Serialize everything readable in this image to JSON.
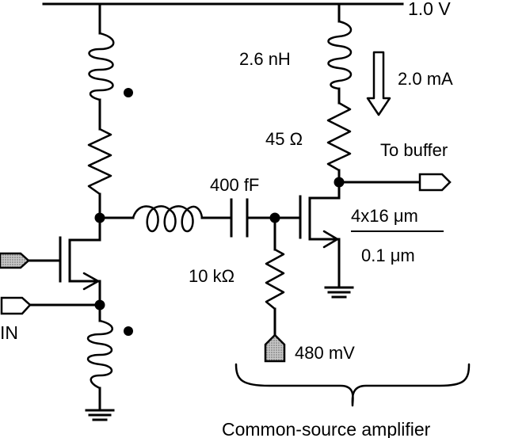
{
  "title": "Common-source amplifier schematic",
  "labels": {
    "supply": "1.0 V",
    "inductor_load": "2.6 nH",
    "bias_current": "2.0 mA",
    "resistor_load": "45 Ω",
    "output": "To buffer",
    "coupling_cap": "400 fF",
    "bias_resistor": "10 kΩ",
    "bias_voltage": "480 mV",
    "width": "4x16 μm",
    "length": "0.1 μm",
    "input": "IN",
    "stage": "Common-source amplifier"
  },
  "colors": {
    "wire": "#000000",
    "bias_port_fill": "#a6a6a6",
    "background": "#ffffff"
  }
}
